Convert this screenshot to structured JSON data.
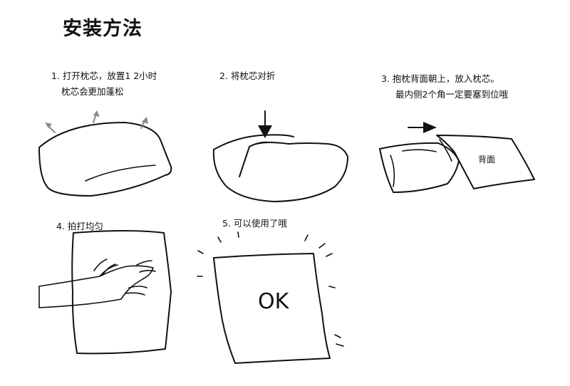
{
  "title": "安装方法",
  "steps": [
    {
      "line1": "1. 打开枕芯，放置1 2小时",
      "line2": "枕芯会更加蓬松"
    },
    {
      "line1": "2. 将枕芯对折"
    },
    {
      "line1": "3.  抱枕背面朝上，放入枕芯。",
      "line2": "最内侧2个角一定要塞到位哦"
    },
    {
      "line1": "4. 拍打均匀"
    },
    {
      "line1": "5. 可以使用了哦"
    }
  ],
  "labels": {
    "back_side": "背面",
    "ok": "OK"
  }
}
